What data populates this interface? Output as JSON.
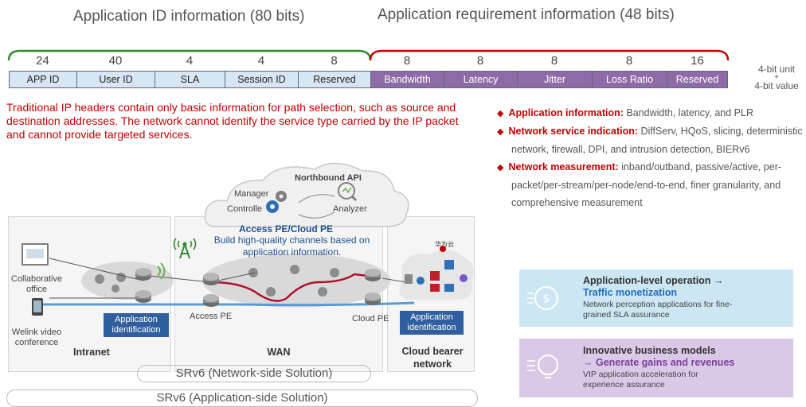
{
  "header": {
    "id_title": "Application ID information (80 bits)",
    "req_title": "Application requirement information (48 bits)"
  },
  "fields": [
    {
      "bits": "24",
      "label": "APP ID"
    },
    {
      "bits": "40",
      "label": "User ID"
    },
    {
      "bits": "4",
      "label": "SLA"
    },
    {
      "bits": "4",
      "label": "Session ID"
    },
    {
      "bits": "8",
      "label": "Reserved"
    },
    {
      "bits": "8",
      "label": "Bandwidth"
    },
    {
      "bits": "8",
      "label": "Latency"
    },
    {
      "bits": "8",
      "label": "Jitter"
    },
    {
      "bits": "8",
      "label": "Loss Ratio"
    },
    {
      "bits": "16",
      "label": "Reserved"
    }
  ],
  "unit_note": {
    "line1": "4-bit unit",
    "plus": "+",
    "line2": "4-bit value"
  },
  "red_note": "Traditional IP headers contain only basic information for path selection, such as source and destination addresses. The network cannot identify the service type carried by the IP packet and cannot provide targeted services.",
  "bullets": [
    {
      "bold": "Application information:",
      "text": " Bandwidth, latency, and PLR"
    },
    {
      "bold": "Network service indication:",
      "text": " DiffServ, HQoS, slicing, deterministic network, firewall, DPI, and intrusion detection, BIERv6"
    },
    {
      "bold": "Network measurement:",
      "text": " inband/outband, passive/active, per-packet/per-stream/per-node/end-to-end, finer granularity, and comprehensive measurement"
    }
  ],
  "diagram": {
    "northbound": "Northbound API",
    "manager": "Manager",
    "controller": "Controlle",
    "analyzer": "Analyzer",
    "access_cloud_title": "Access PE/Cloud PE",
    "channel_note": "Build high-quality channels based on application information.",
    "collab": "Collaborative office",
    "welink": "Welink video conference",
    "app_id_left": "Application identification",
    "app_id_right": "Application identification",
    "access_pe": "Access PE",
    "cloud_pe": "Cloud PE",
    "intranet": "Intranet",
    "wan": "WAN",
    "cloud_bearer": "Cloud bearer network",
    "huawei_cloud": "华为云",
    "srv6_network": "SRv6 (Network-side Solution)",
    "srv6_app": "SRv6 (Application-side Solution)"
  },
  "cards": [
    {
      "title": "Application-level operation →",
      "highlight": "Traffic monetization",
      "desc": "Network perception applications for fine-grained SLA assurance",
      "color": "#1f6fbf"
    },
    {
      "title": "Innovative business models",
      "highlight": "→ Generate gains and revenues",
      "desc": "VIP application acceleration for experience assurance",
      "color": "#7b3f9a"
    }
  ],
  "colors": {
    "green_brace": "#2e8b2e",
    "red_brace": "#d00000",
    "id_field": "#d8e5f3",
    "req_field": "#8e6ba6",
    "path_red": "#b0102a",
    "path_blue": "#5b9bd5"
  }
}
